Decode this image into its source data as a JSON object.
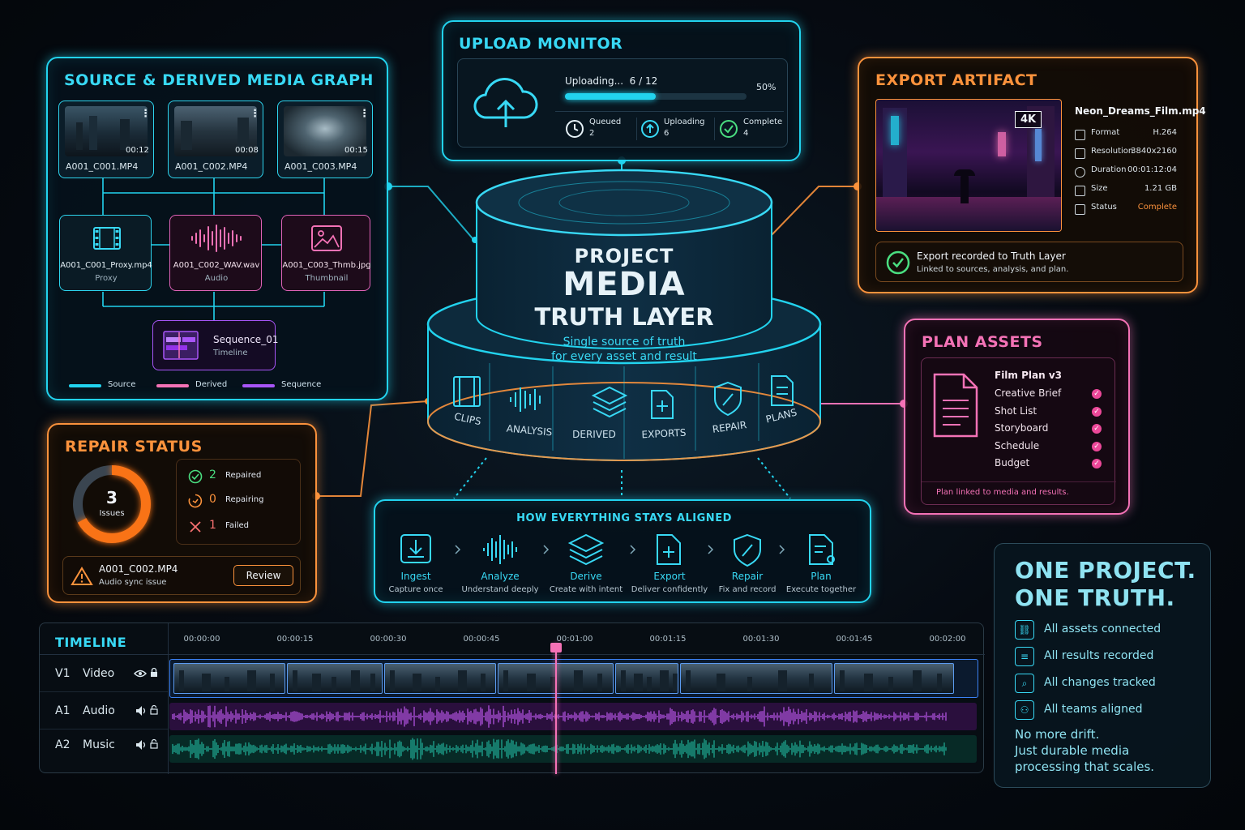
{
  "graph": {
    "title": "SOURCE & DERIVED MEDIA GRAPH",
    "sources": [
      {
        "name": "A001_C001.MP4",
        "duration": "00:12"
      },
      {
        "name": "A001_C002.MP4",
        "duration": "00:08"
      },
      {
        "name": "A001_C003.MP4",
        "duration": "00:15"
      }
    ],
    "derived": [
      {
        "name": "A001_C001_Proxy.mp4",
        "kind": "Proxy"
      },
      {
        "name": "A001_C002_WAV.wav",
        "kind": "Audio"
      },
      {
        "name": "A001_C003_Thmb.jpg",
        "kind": "Thumbnail"
      }
    ],
    "sequence": {
      "name": "Sequence_01",
      "kind": "Timeline"
    },
    "legend": [
      "Source",
      "Derived",
      "Sequence"
    ]
  },
  "upload": {
    "title": "UPLOAD MONITOR",
    "status": "Uploading...  6 / 12",
    "percent_label": "50%",
    "progress": 0.5,
    "stats": [
      {
        "label": "Queued",
        "value": "2"
      },
      {
        "label": "Uploading",
        "value": "6"
      },
      {
        "label": "Complete",
        "value": "4"
      }
    ]
  },
  "export": {
    "title": "EXPORT ARTIFACT",
    "badge": "4K",
    "filename": "Neon_Dreams_Film.mp4",
    "rows": [
      {
        "label": "Format",
        "value": "H.264"
      },
      {
        "label": "Resolution",
        "value": "3840x2160"
      },
      {
        "label": "Duration",
        "value": "00:01:12:04"
      },
      {
        "label": "Size",
        "value": "1.21 GB"
      },
      {
        "label": "Status",
        "value": "Complete"
      }
    ],
    "recorded_title": "Export recorded to Truth Layer",
    "recorded_sub": "Linked to sources, analysis, and plan."
  },
  "core": {
    "line1": "PROJECT",
    "line2": "MEDIA",
    "line3": "TRUTH LAYER",
    "sub1": "Single source of truth",
    "sub2": "for every asset and result",
    "modules": [
      "CLIPS",
      "ANALYSIS",
      "DERIVED",
      "EXPORTS",
      "REPAIR",
      "PLANS"
    ]
  },
  "plan": {
    "title": "PLAN ASSETS",
    "doc_title": "Film Plan v3",
    "items": [
      "Creative Brief",
      "Shot List",
      "Storyboard",
      "Schedule",
      "Budget"
    ],
    "footer": "Plan linked to media and results."
  },
  "repair": {
    "title": "REPAIR STATUS",
    "issues_count": "3",
    "issues_label": "Issues",
    "repaired_fraction": 0.67,
    "stats": [
      {
        "count": "2",
        "label": "Repaired"
      },
      {
        "count": "0",
        "label": "Repairing"
      },
      {
        "count": "1",
        "label": "Failed"
      }
    ],
    "alert_file": "A001_C002.MP4",
    "alert_desc": "Audio sync issue",
    "review_label": "Review"
  },
  "aligned": {
    "title": "HOW EVERYTHING STAYS ALIGNED",
    "steps": [
      {
        "name": "Ingest",
        "desc": "Capture once"
      },
      {
        "name": "Analyze",
        "desc": "Understand deeply"
      },
      {
        "name": "Derive",
        "desc": "Create with intent"
      },
      {
        "name": "Export",
        "desc": "Deliver confidently"
      },
      {
        "name": "Repair",
        "desc": "Fix and record"
      },
      {
        "name": "Plan",
        "desc": "Execute together"
      }
    ]
  },
  "timeline": {
    "title": "TIMELINE",
    "ticks": [
      "00:00:00",
      "00:00:15",
      "00:00:30",
      "00:00:45",
      "00:01:00",
      "00:01:15",
      "00:01:30",
      "00:01:45",
      "00:02:00"
    ],
    "tracks": [
      {
        "id": "V1",
        "name": "Video"
      },
      {
        "id": "A1",
        "name": "Audio"
      },
      {
        "id": "A2",
        "name": "Music"
      }
    ]
  },
  "truth": {
    "headline1": "ONE PROJECT.",
    "headline2": "ONE TRUTH.",
    "items": [
      "All assets connected",
      "All results recorded",
      "All changes tracked",
      "All teams aligned"
    ],
    "footer1": "No more drift.",
    "footer2": "Just durable media",
    "footer3": "processing that scales."
  },
  "colors": {
    "cyan": "#22d3ee",
    "orange": "#fb923c",
    "pink": "#f472b6",
    "purple": "#a855f7",
    "green": "#4ade80",
    "red": "#f87171"
  }
}
